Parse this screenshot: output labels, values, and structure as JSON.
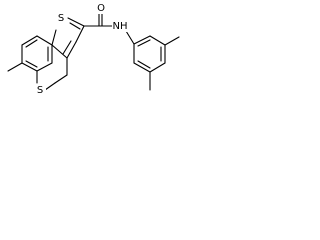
{
  "molecule": {
    "atoms": {
      "thiophene_sulfur": "S",
      "thiopyran_sulfur": "S",
      "amide_oxygen": "O",
      "amide_nitrogen": "NH"
    },
    "colors": {
      "bond": "#000000",
      "label": "#000000",
      "background": "#ffffff"
    }
  }
}
